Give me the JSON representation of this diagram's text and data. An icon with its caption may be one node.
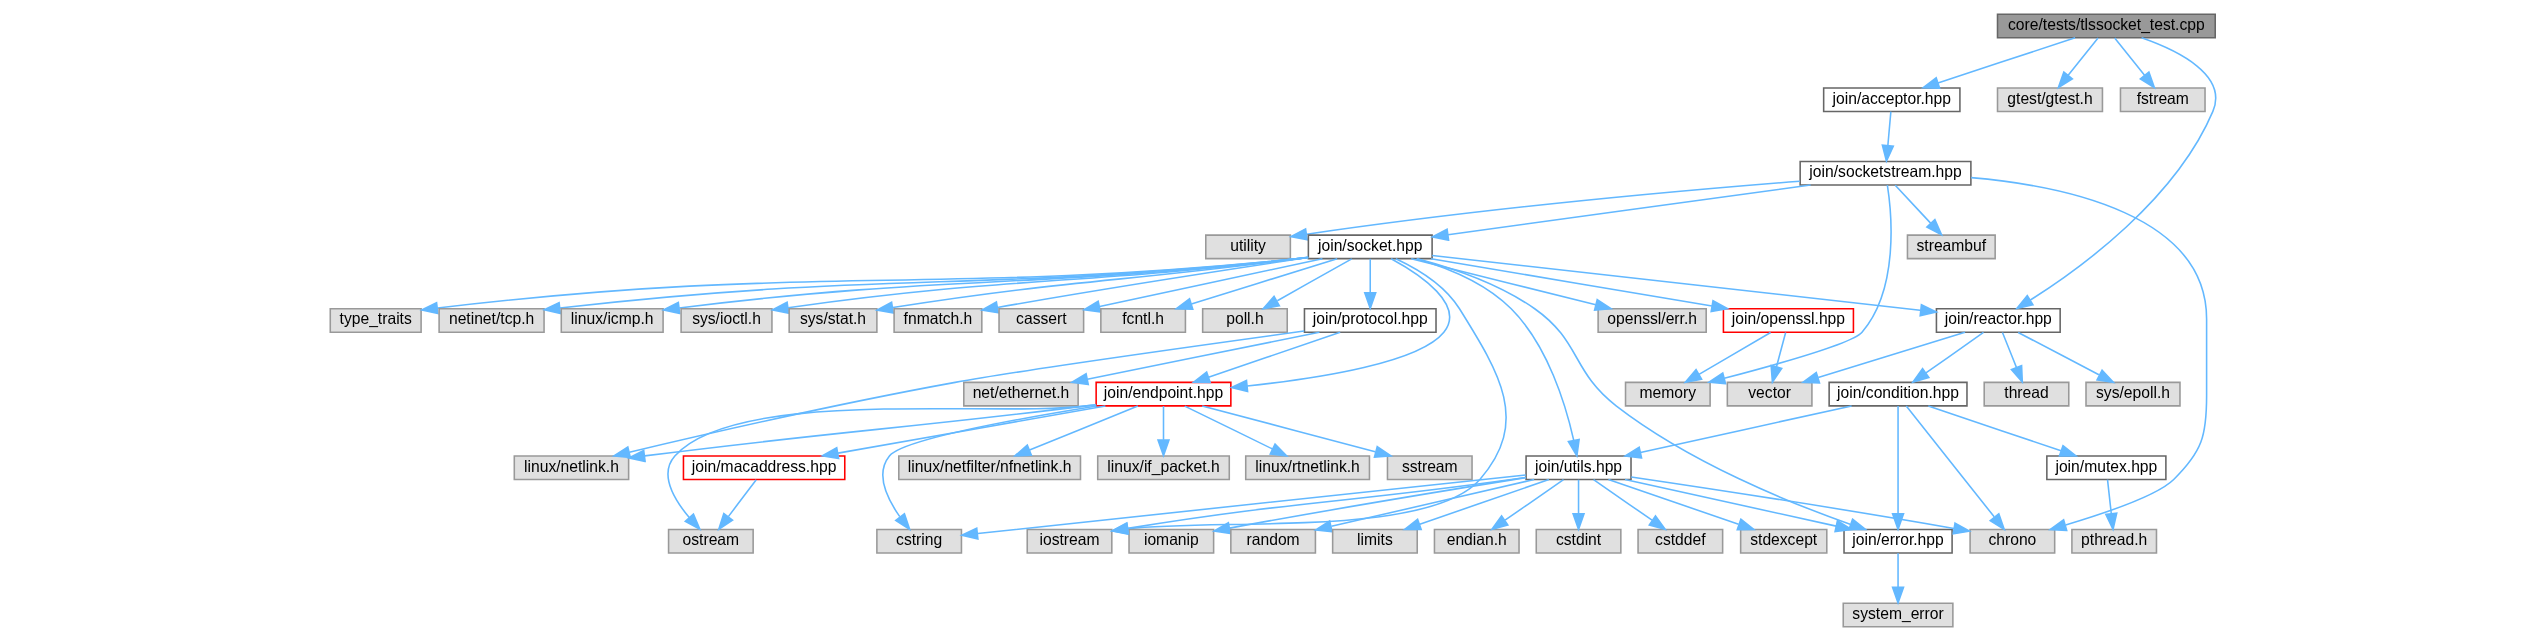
{
  "diagram": {
    "nodes": [
      {
        "text": [
          "core/tests/tlssocket_test.cpp"
        ]
      },
      {
        "text": [
          "join/acceptor.hpp"
        ]
      },
      {
        "text": [
          "gtest/gtest.h"
        ]
      },
      {
        "text": [
          "fstream"
        ]
      },
      {
        "text": [
          "join/socketstream.hpp"
        ]
      },
      {
        "text": [
          "streambuf"
        ]
      },
      {
        "text": [
          "utility"
        ]
      },
      {
        "text": [
          "join/socket.hpp"
        ]
      },
      {
        "text": [
          "join/reactor.hpp"
        ]
      },
      {
        "text": [
          "join/openssl.hpp"
        ]
      },
      {
        "text": [
          "openssl/err.h"
        ]
      },
      {
        "text": [
          "type_traits"
        ]
      },
      {
        "text": [
          "netinet/tcp.h"
        ]
      },
      {
        "text": [
          "linux/icmp.h"
        ]
      },
      {
        "text": [
          "sys/ioctl.h"
        ]
      },
      {
        "text": [
          "sys/stat.h"
        ]
      },
      {
        "text": [
          "fnmatch.h"
        ]
      },
      {
        "text": [
          "cassert"
        ]
      },
      {
        "text": [
          "fcntl.h"
        ]
      },
      {
        "text": [
          "poll.h"
        ]
      },
      {
        "text": [
          "join/protocol.hpp"
        ]
      },
      {
        "text": [
          "thread"
        ]
      },
      {
        "text": [
          "join/condition.hpp"
        ]
      },
      {
        "text": [
          "sys/epoll.h"
        ]
      },
      {
        "text": [
          "vector"
        ]
      },
      {
        "text": [
          "memory"
        ]
      },
      {
        "text": [
          "net/ethernet.h"
        ]
      },
      {
        "text": [
          "join/endpoint.hpp"
        ]
      },
      {
        "text": [
          "join/mutex.hpp"
        ]
      },
      {
        "text": [
          "join/utils.hpp"
        ]
      },
      {
        "text": [
          "linux/netlink.h"
        ]
      },
      {
        "text": [
          "linux/netfilter/nfnetlink.h"
        ]
      },
      {
        "text": [
          "linux/if_packet.h"
        ]
      },
      {
        "text": [
          "linux/rtnetlink.h"
        ]
      },
      {
        "text": [
          "sstream"
        ]
      },
      {
        "text": [
          "join/macaddress.hpp"
        ]
      },
      {
        "text": [
          "pthread.h"
        ]
      },
      {
        "text": [
          "chrono"
        ]
      },
      {
        "text": [
          "join/error.hpp"
        ]
      },
      {
        "text": [
          "cstddef"
        ]
      },
      {
        "text": [
          "stdexcept"
        ]
      },
      {
        "text": [
          "iomanip"
        ]
      },
      {
        "text": [
          "random"
        ]
      },
      {
        "text": [
          "limits"
        ]
      },
      {
        "text": [
          "endian.h"
        ]
      },
      {
        "text": [
          "cstdint"
        ]
      },
      {
        "text": [
          "cstring"
        ]
      },
      {
        "text": [
          "iostream"
        ]
      },
      {
        "text": [
          "ostream"
        ]
      },
      {
        "text": [
          "system_error"
        ]
      }
    ],
    "edges": [
      {
        "from": 0,
        "to": 8,
        "arrow": "to"
      },
      {
        "from": 0,
        "to": 1,
        "arrow": "to"
      },
      {
        "from": 0,
        "to": 2,
        "arrow": "to"
      },
      {
        "from": 0,
        "to": 3,
        "arrow": "to"
      },
      {
        "from": 1,
        "to": 4,
        "arrow": "to"
      },
      {
        "from": 4,
        "to": 37,
        "arrow": "to"
      },
      {
        "from": 4,
        "to": 5,
        "arrow": "to"
      },
      {
        "from": 4,
        "to": 6,
        "arrow": "to"
      },
      {
        "from": 4,
        "to": 25,
        "arrow": "to"
      },
      {
        "from": 4,
        "to": 7,
        "arrow": "to"
      },
      {
        "from": 7,
        "to": 8,
        "arrow": "to"
      },
      {
        "from": 7,
        "to": 9,
        "arrow": "to"
      },
      {
        "from": 7,
        "to": 10,
        "arrow": "to"
      },
      {
        "from": 7,
        "to": 11,
        "arrow": "to"
      },
      {
        "from": 7,
        "to": 12,
        "arrow": "to"
      },
      {
        "from": 7,
        "to": 13,
        "arrow": "to"
      },
      {
        "from": 7,
        "to": 14,
        "arrow": "to"
      },
      {
        "from": 7,
        "to": 15,
        "arrow": "to"
      },
      {
        "from": 7,
        "to": 16,
        "arrow": "to"
      },
      {
        "from": 7,
        "to": 17,
        "arrow": "to"
      },
      {
        "from": 7,
        "to": 18,
        "arrow": "to"
      },
      {
        "from": 7,
        "to": 19,
        "arrow": "to"
      },
      {
        "from": 7,
        "to": 38,
        "arrow": "to"
      },
      {
        "from": 7,
        "to": 29,
        "arrow": "to"
      },
      {
        "from": 7,
        "to": 20,
        "arrow": "to"
      },
      {
        "from": 7,
        "to": 27,
        "arrow": "to"
      },
      {
        "from": 7,
        "to": 47,
        "arrow": "to"
      },
      {
        "from": 8,
        "to": 21,
        "arrow": "to"
      },
      {
        "from": 8,
        "to": 22,
        "arrow": "to"
      },
      {
        "from": 8,
        "to": 23,
        "arrow": "to"
      },
      {
        "from": 8,
        "to": 24,
        "arrow": "to"
      },
      {
        "from": 9,
        "to": 24,
        "arrow": "to"
      },
      {
        "from": 9,
        "to": 25,
        "arrow": "to"
      },
      {
        "from": 20,
        "to": 26,
        "arrow": "to"
      },
      {
        "from": 20,
        "to": 30,
        "arrow": "to"
      },
      {
        "from": 20,
        "to": 27,
        "arrow": "to"
      },
      {
        "from": 22,
        "to": 28,
        "arrow": "to"
      },
      {
        "from": 22,
        "to": 37,
        "arrow": "to"
      },
      {
        "from": 22,
        "to": 38,
        "arrow": "to"
      },
      {
        "from": 22,
        "to": 29,
        "arrow": "to"
      },
      {
        "from": 28,
        "to": 36,
        "arrow": "to"
      },
      {
        "from": 29,
        "to": 37,
        "arrow": "to"
      },
      {
        "from": 29,
        "to": 38,
        "arrow": "to"
      },
      {
        "from": 29,
        "to": 39,
        "arrow": "to"
      },
      {
        "from": 29,
        "to": 40,
        "arrow": "to"
      },
      {
        "from": 29,
        "to": 41,
        "arrow": "to"
      },
      {
        "from": 29,
        "to": 42,
        "arrow": "to"
      },
      {
        "from": 29,
        "to": 43,
        "arrow": "to"
      },
      {
        "from": 29,
        "to": 44,
        "arrow": "to"
      },
      {
        "from": 29,
        "to": 45,
        "arrow": "to"
      },
      {
        "from": 29,
        "to": 46,
        "arrow": "to"
      },
      {
        "from": 29,
        "to": 47,
        "arrow": "to"
      },
      {
        "from": 27,
        "to": 30,
        "arrow": "to"
      },
      {
        "from": 27,
        "to": 31,
        "arrow": "to"
      },
      {
        "from": 27,
        "to": 32,
        "arrow": "to"
      },
      {
        "from": 27,
        "to": 33,
        "arrow": "to"
      },
      {
        "from": 27,
        "to": 34,
        "arrow": "to"
      },
      {
        "from": 27,
        "to": 35,
        "arrow": "to"
      },
      {
        "from": 27,
        "to": 46,
        "arrow": "to"
      },
      {
        "from": 27,
        "to": 48,
        "arrow": "to"
      },
      {
        "from": 35,
        "to": 48,
        "arrow": "to"
      },
      {
        "from": 38,
        "to": 49,
        "arrow": "to"
      }
    ]
  }
}
